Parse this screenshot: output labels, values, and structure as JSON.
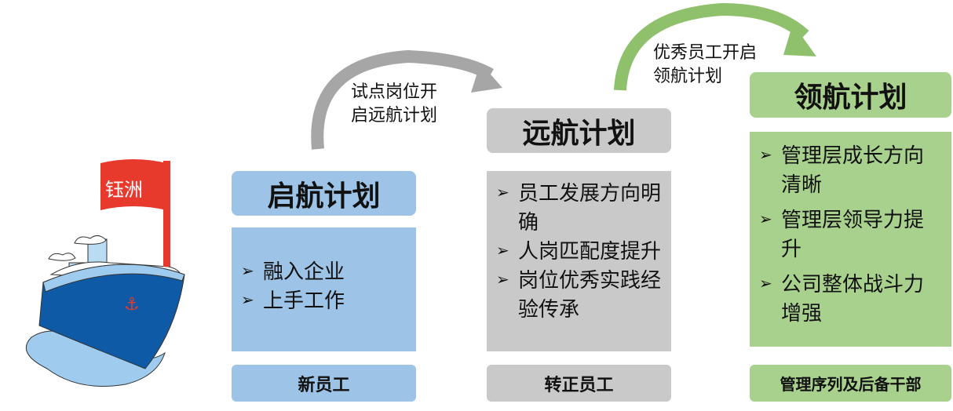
{
  "flag_text": "钰洲",
  "arrows": [
    {
      "label_lines": [
        "试点岗位开",
        "启远航计划"
      ],
      "color": "#a6a6a6"
    },
    {
      "label_lines": [
        "优秀员工开启",
        "领航计划"
      ],
      "color": "#8fc06c"
    }
  ],
  "stages": [
    {
      "title": "启航计划",
      "items": [
        "融入企业",
        "上手工作"
      ],
      "audience": "新员工",
      "color": "#9dc3e6"
    },
    {
      "title": "远航计划",
      "items": [
        "员工发展方向明确",
        "人岗匹配度提升",
        "岗位优秀实践经验传承"
      ],
      "audience": "转正员工",
      "color": "#c9c9c9"
    },
    {
      "title": "领航计划",
      "items": [
        "管理层成长方向清晰",
        "管理层领导力提升",
        "公司整体战斗力增强"
      ],
      "audience": "管理序列及后备干部",
      "color": "#a9d18e"
    }
  ],
  "bullet_glyph": "➢"
}
